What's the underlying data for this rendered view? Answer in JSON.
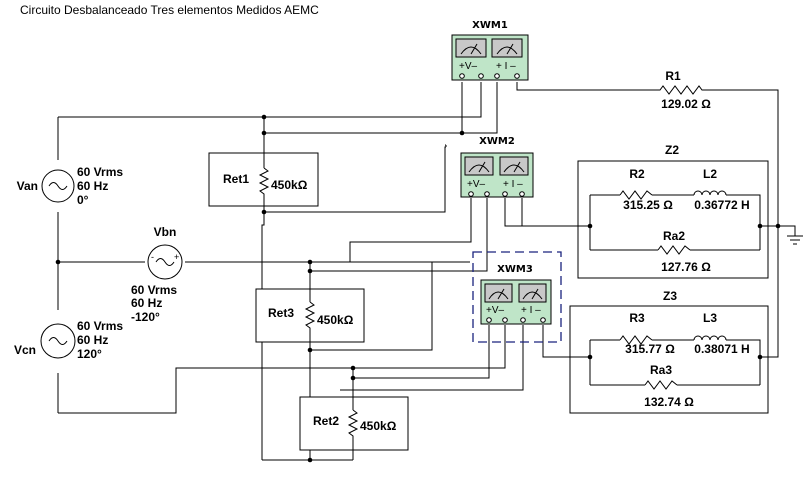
{
  "title": "Circuito Desbalanceado Tres elementos Medidos AEMC",
  "meters": {
    "xwm1": "XWM1",
    "xwm2": "XWM2",
    "xwm3": "XWM3",
    "v_label": "+V–",
    "i_label": "+ I –"
  },
  "sources": {
    "van": {
      "name": "Van",
      "v": "60 Vrms",
      "f": "60 Hz",
      "p": "0°"
    },
    "vbn": {
      "name": "Vbn",
      "v": "60 Vrms",
      "f": "60 Hz",
      "p": "-120°"
    },
    "vcn": {
      "name": "Vcn",
      "v": "60 Vrms",
      "f": "60 Hz",
      "p": "120°"
    }
  },
  "r1": {
    "name": "R1",
    "value": "129.02 Ω"
  },
  "z2": {
    "label": "Z2",
    "r2": {
      "name": "R2",
      "value": "315.25 Ω"
    },
    "l2": {
      "name": "L2",
      "value": "0.36772 H"
    },
    "ra2": {
      "name": "Ra2",
      "value": "127.76 Ω"
    }
  },
  "z3": {
    "label": "Z3",
    "r3": {
      "name": "R3",
      "value": "315.77 Ω"
    },
    "l3": {
      "name": "L3",
      "value": "0.38071 H"
    },
    "ra3": {
      "name": "Ra3",
      "value": "132.74 Ω"
    }
  },
  "ret1": {
    "name": "Ret1",
    "value": "450kΩ"
  },
  "ret2": {
    "name": "Ret2",
    "value": "450kΩ"
  },
  "ret3": {
    "name": "Ret3",
    "value": "450kΩ"
  },
  "colors": {
    "meter_screen": "#c8c8c8",
    "meter_body": "#bfe5c8",
    "meter_border": "#000000",
    "selection": "#1a237e"
  }
}
